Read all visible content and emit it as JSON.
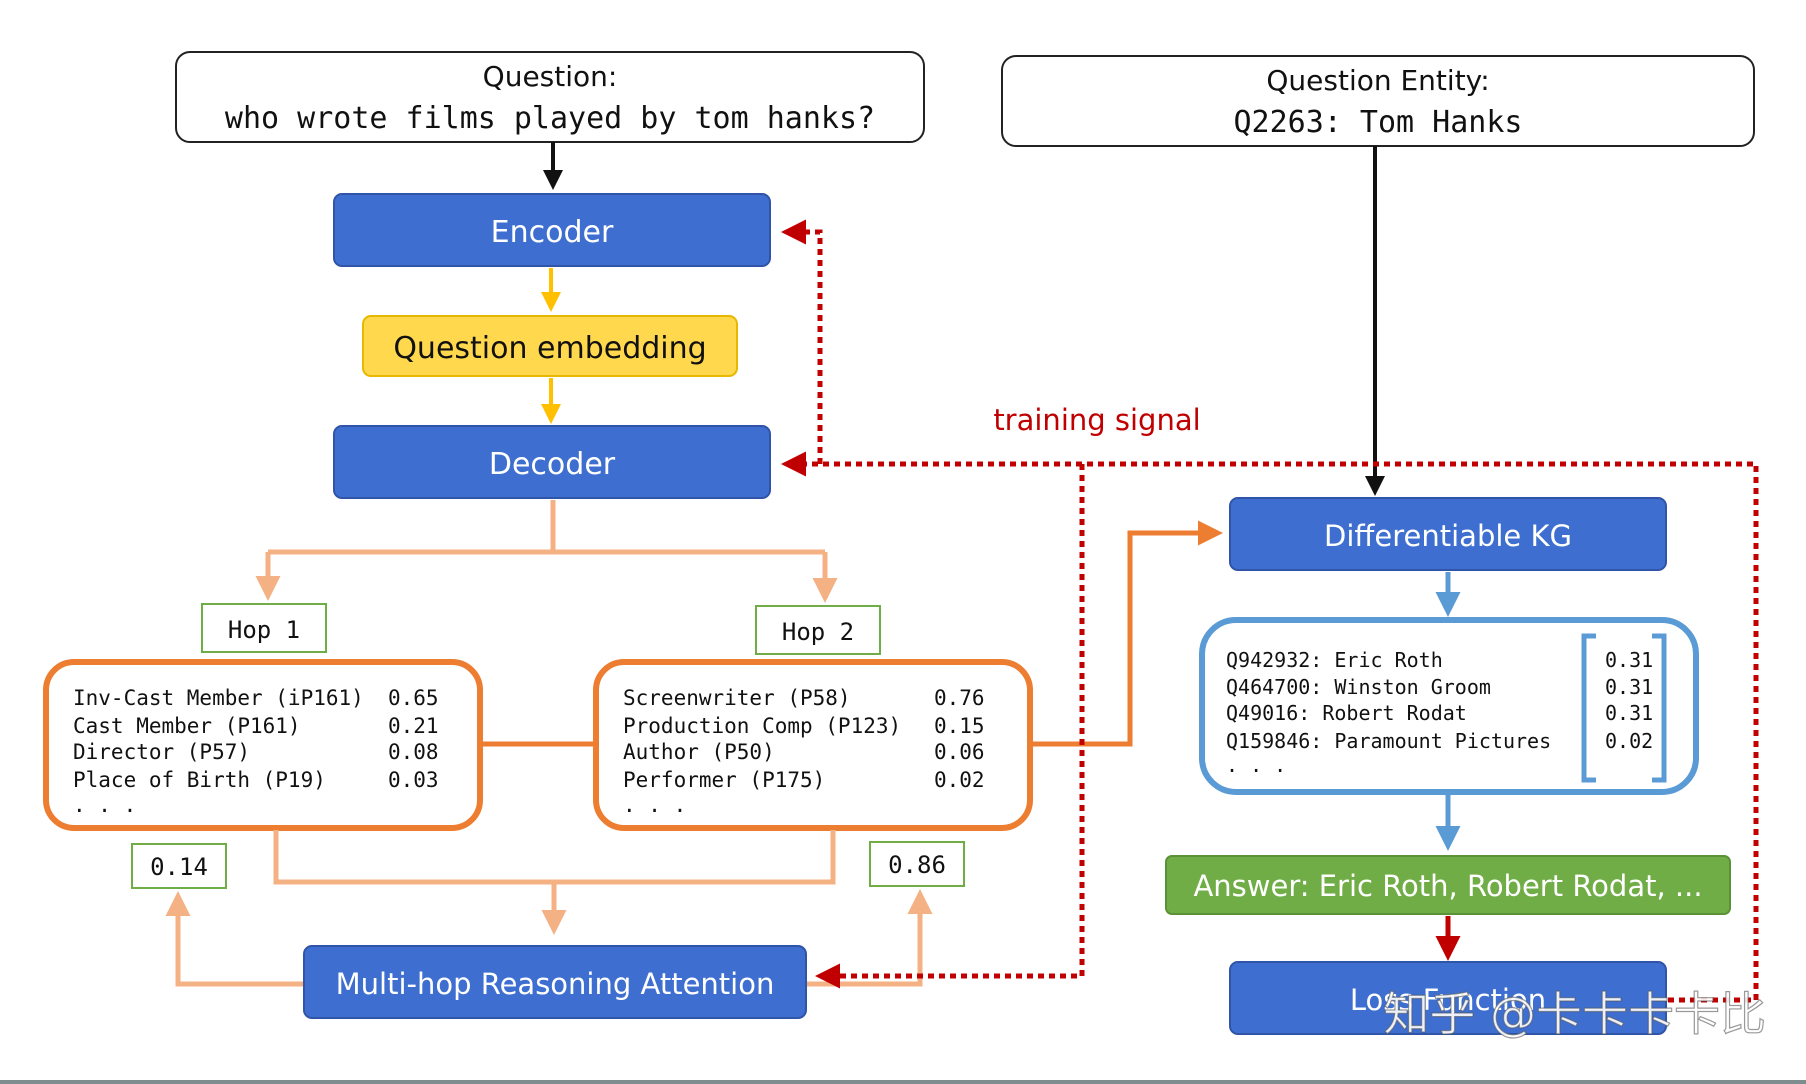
{
  "question_box": {
    "label": "Question:",
    "text": "who wrote films played by tom hanks?"
  },
  "entity_box": {
    "label": "Question Entity:",
    "text": "Q2263: Tom Hanks"
  },
  "encoder": {
    "label": "Encoder"
  },
  "embedding": {
    "label": "Question embedding"
  },
  "decoder": {
    "label": "Decoder"
  },
  "training_signal": {
    "label": "training signal"
  },
  "hop1": {
    "label": "Hop 1",
    "weight": "0.14",
    "relations": [
      {
        "name": "Inv-Cast Member (iP161)",
        "score": "0.65"
      },
      {
        "name": "Cast Member (P161)",
        "score": "0.21"
      },
      {
        "name": "Director (P57)",
        "score": "0.08"
      },
      {
        "name": "Place of Birth (P19)",
        "score": "0.03"
      }
    ],
    "ellipsis": ". . ."
  },
  "hop2": {
    "label": "Hop 2",
    "weight": "0.86",
    "relations": [
      {
        "name": "Screenwriter (P58)",
        "score": "0.76"
      },
      {
        "name": "Production Comp (P123)",
        "score": "0.15"
      },
      {
        "name": "Author (P50)",
        "score": "0.06"
      },
      {
        "name": "Performer (P175)",
        "score": "0.02"
      }
    ],
    "ellipsis": ". . ."
  },
  "attention": {
    "label": "Multi-hop Reasoning Attention"
  },
  "kg": {
    "label": "Differentiable KG"
  },
  "entities": {
    "items": [
      {
        "name": "Q942932: Eric Roth",
        "score": "0.31"
      },
      {
        "name": "Q464700: Winston Groom",
        "score": "0.31"
      },
      {
        "name": "Q49016: Robert Rodat",
        "score": "0.31"
      },
      {
        "name": "Q159846: Paramount Pictures",
        "score": "0.02"
      }
    ],
    "ellipsis": ". . ."
  },
  "answer": {
    "label": "Answer: Eric Roth,  Robert Rodat, ..."
  },
  "loss": {
    "label": "Loss Function"
  },
  "watermark": {
    "text": "知乎 @卡卡卡卡比"
  },
  "colors": {
    "blue_box": "#3e6fd0",
    "yellow_box": "#ffd84d",
    "green_answer": "#71ad47",
    "orange": "#ed7d31",
    "light_orange": "#f4b183",
    "light_blue": "#5b9bd5",
    "red_signal": "#c00000",
    "gold_arrow": "#ffc000"
  }
}
